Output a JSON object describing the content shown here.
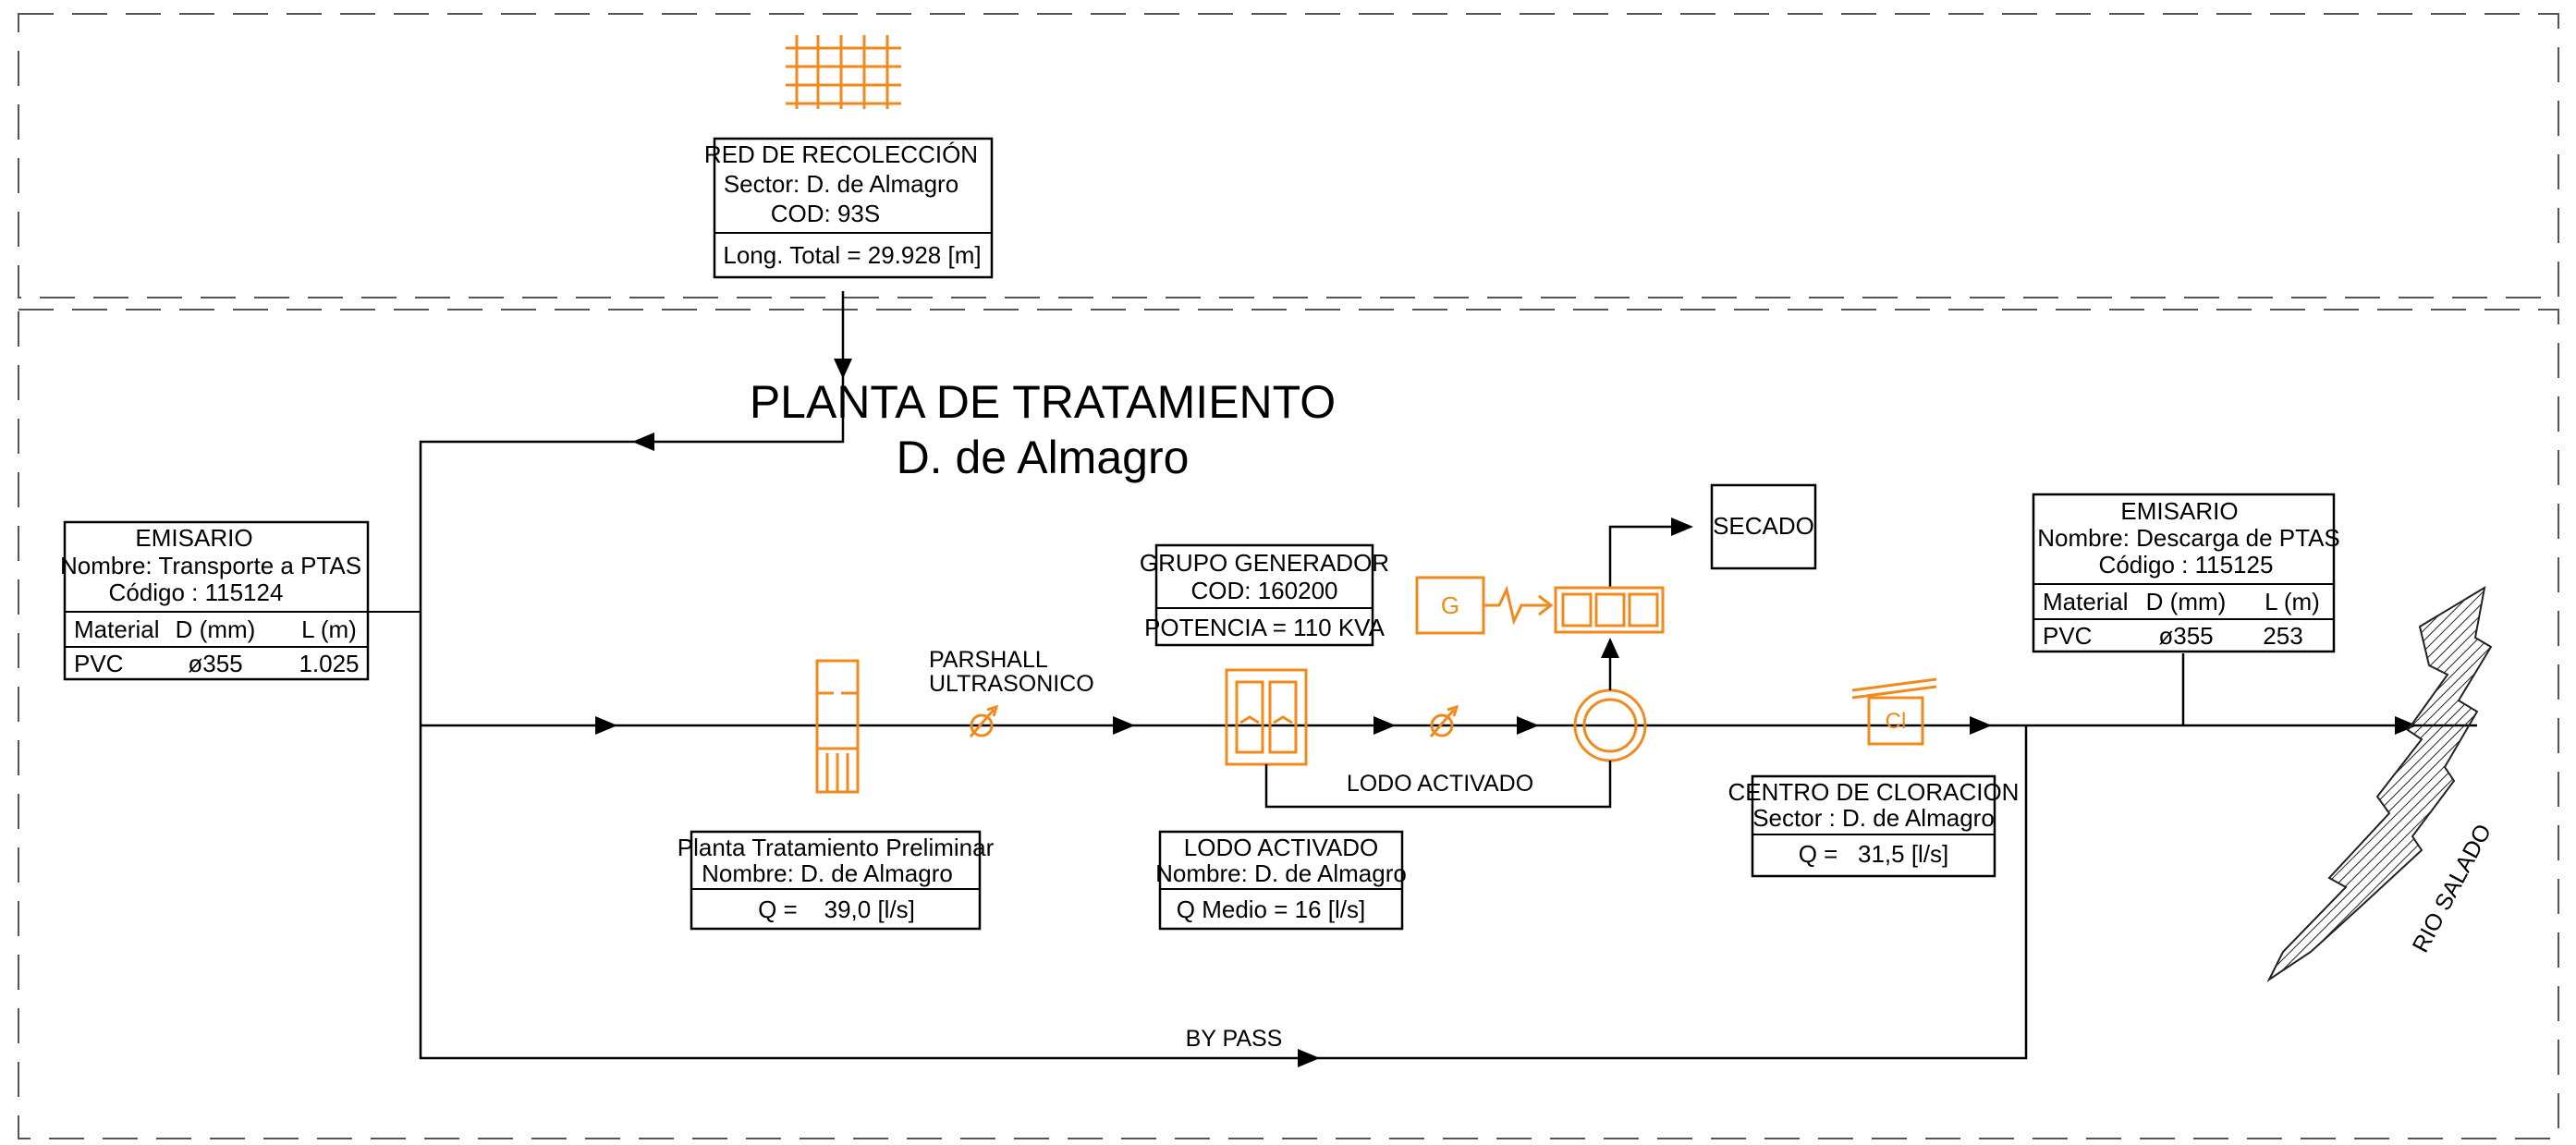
{
  "title": {
    "line1": "PLANTA DE TRATAMIENTO",
    "line2": "D. de Almagro"
  },
  "red_recoleccion": {
    "line1": "RED DE RECOLECCIÓN",
    "line2": "Sector: D. de Almagro",
    "line3": "COD: 93S",
    "longitud": "Long. Total = 29.928 [m]"
  },
  "emisario_in": {
    "title": "EMISARIO",
    "nombre": "Nombre: Transporte a PTAS",
    "codigo": "Código : 115124",
    "headers": [
      "Material",
      "D (mm)",
      "L (m)"
    ],
    "row": [
      "PVC",
      "ø355",
      "1.025"
    ]
  },
  "emisario_out": {
    "title": "EMISARIO",
    "nombre": "Nombre: Descarga de PTAS",
    "codigo": "Código : 115125",
    "headers": [
      "Material",
      "D (mm)",
      "L (m)"
    ],
    "row": [
      "PVC",
      "ø355",
      "253"
    ]
  },
  "parshall": {
    "line1": "PARSHALL",
    "line2": "ULTRASONICO"
  },
  "grupo_generador": {
    "line1": "GRUPO GENERADOR",
    "line2": "COD: 160200",
    "potencia": "POTENCIA = 110 KVA",
    "symbol": "G"
  },
  "secado": "SECADO",
  "planta_preliminar": {
    "line1": "Planta Tratamiento Preliminar",
    "line2": "Nombre: D. de Almagro",
    "caudal": "Q =    39,0 [l/s]"
  },
  "lodo_return_label": "LODO ACTIVADO",
  "lodo_activado": {
    "line1": "LODO ACTIVADO",
    "line2": "Nombre: D. de Almagro",
    "caudal": "Q Medio = 16 [l/s]"
  },
  "centro_cloracion": {
    "line1": "CENTRO DE CLORACION",
    "line2": "Sector : D. de Almagro",
    "caudal": "Q =   31,5 [l/s]",
    "symbol": "Cl"
  },
  "by_pass": "BY PASS",
  "rio": "RIO SALADO",
  "colors": {
    "equipment": "#f08a1c",
    "lines": "#000000",
    "frame": "#555555"
  }
}
